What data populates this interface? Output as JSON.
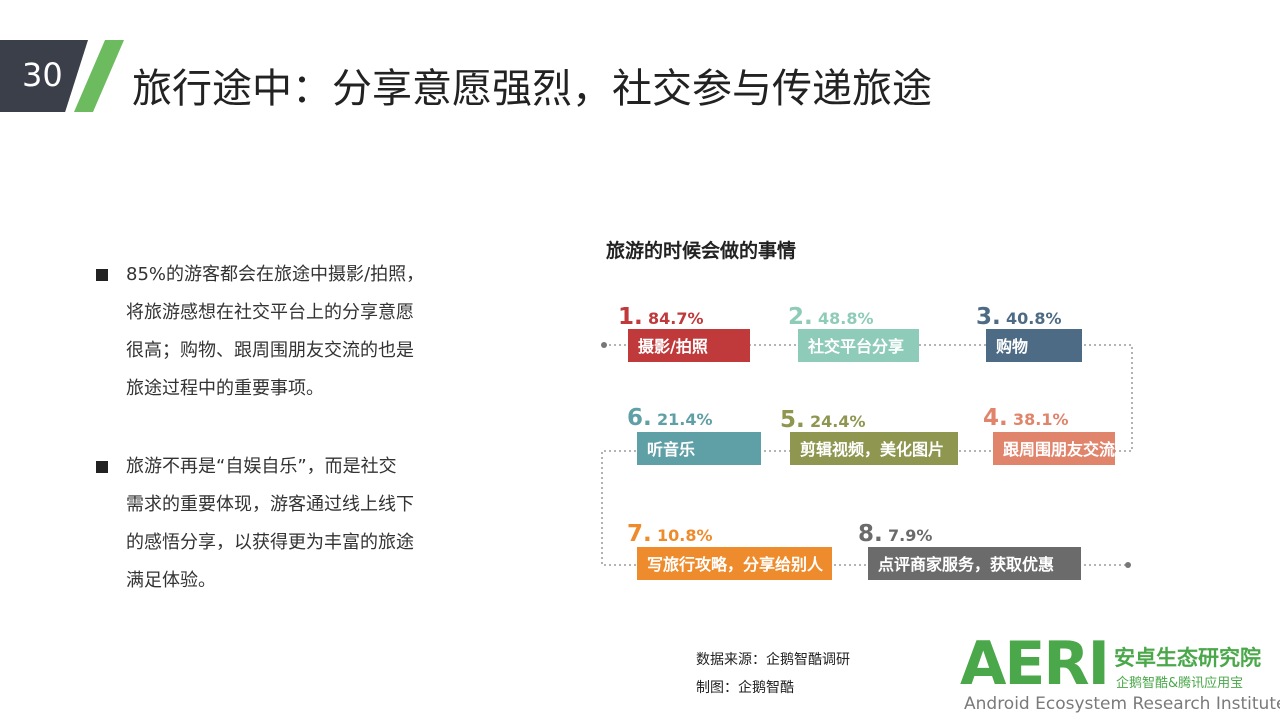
{
  "header": {
    "page_number": "30",
    "title": "旅行途中：分享意愿强烈，社交参与传递旅途"
  },
  "bullets": [
    {
      "lines": [
        "85%的游客都会在旅途中摄影/拍照，",
        "将旅游感想在社交平台上的分享意愿",
        "很高；购物、跟周围朋友交流的也是",
        "旅途过程中的重要事项。"
      ]
    },
    {
      "lines": [
        "旅游不再是“自娱自乐”，而是社交",
        "需求的重要体现，游客通过线上线下",
        "的感悟分享，以获得更为丰富的旅途",
        "满足体验。"
      ]
    }
  ],
  "chart_data": {
    "type": "table",
    "title": "旅游的时候会做的事情",
    "items": [
      {
        "rank": "1.",
        "label": "摄影/拍照",
        "value": 84.7,
        "value_text": "84.7%",
        "color": "#c0393b"
      },
      {
        "rank": "2.",
        "label": "社交平台分享",
        "value": 48.8,
        "value_text": "48.8%",
        "color": "#8ecbb8"
      },
      {
        "rank": "3.",
        "label": "购物",
        "value": 40.8,
        "value_text": "40.8%",
        "color": "#4d6b85"
      },
      {
        "rank": "4.",
        "label": "跟周围朋友交流",
        "value": 38.1,
        "value_text": "38.1%",
        "color": "#e0846c"
      },
      {
        "rank": "5.",
        "label": "剪辑视频，美化图片",
        "value": 24.4,
        "value_text": "24.4%",
        "color": "#8f9650"
      },
      {
        "rank": "6.",
        "label": "听音乐",
        "value": 21.4,
        "value_text": "21.4%",
        "color": "#5f9fa6"
      },
      {
        "rank": "7.",
        "label": "写旅行攻略，分享给别人",
        "value": 10.8,
        "value_text": "10.8%",
        "color": "#ee8b2c"
      },
      {
        "rank": "8.",
        "label": "点评商家服务，获取优惠",
        "value": 7.9,
        "value_text": "7.9%",
        "color": "#6b6b6b"
      }
    ]
  },
  "source": {
    "data_source": "数据来源：企鹅智酷调研",
    "made_by": "制图：企鹅智酷"
  },
  "logo": {
    "mark": "AERI",
    "name_cn": "安卓生态研究院",
    "sub_cn": "企鹅智酷&腾讯应用宝",
    "name_en": "Android Ecosystem Research Institute"
  }
}
